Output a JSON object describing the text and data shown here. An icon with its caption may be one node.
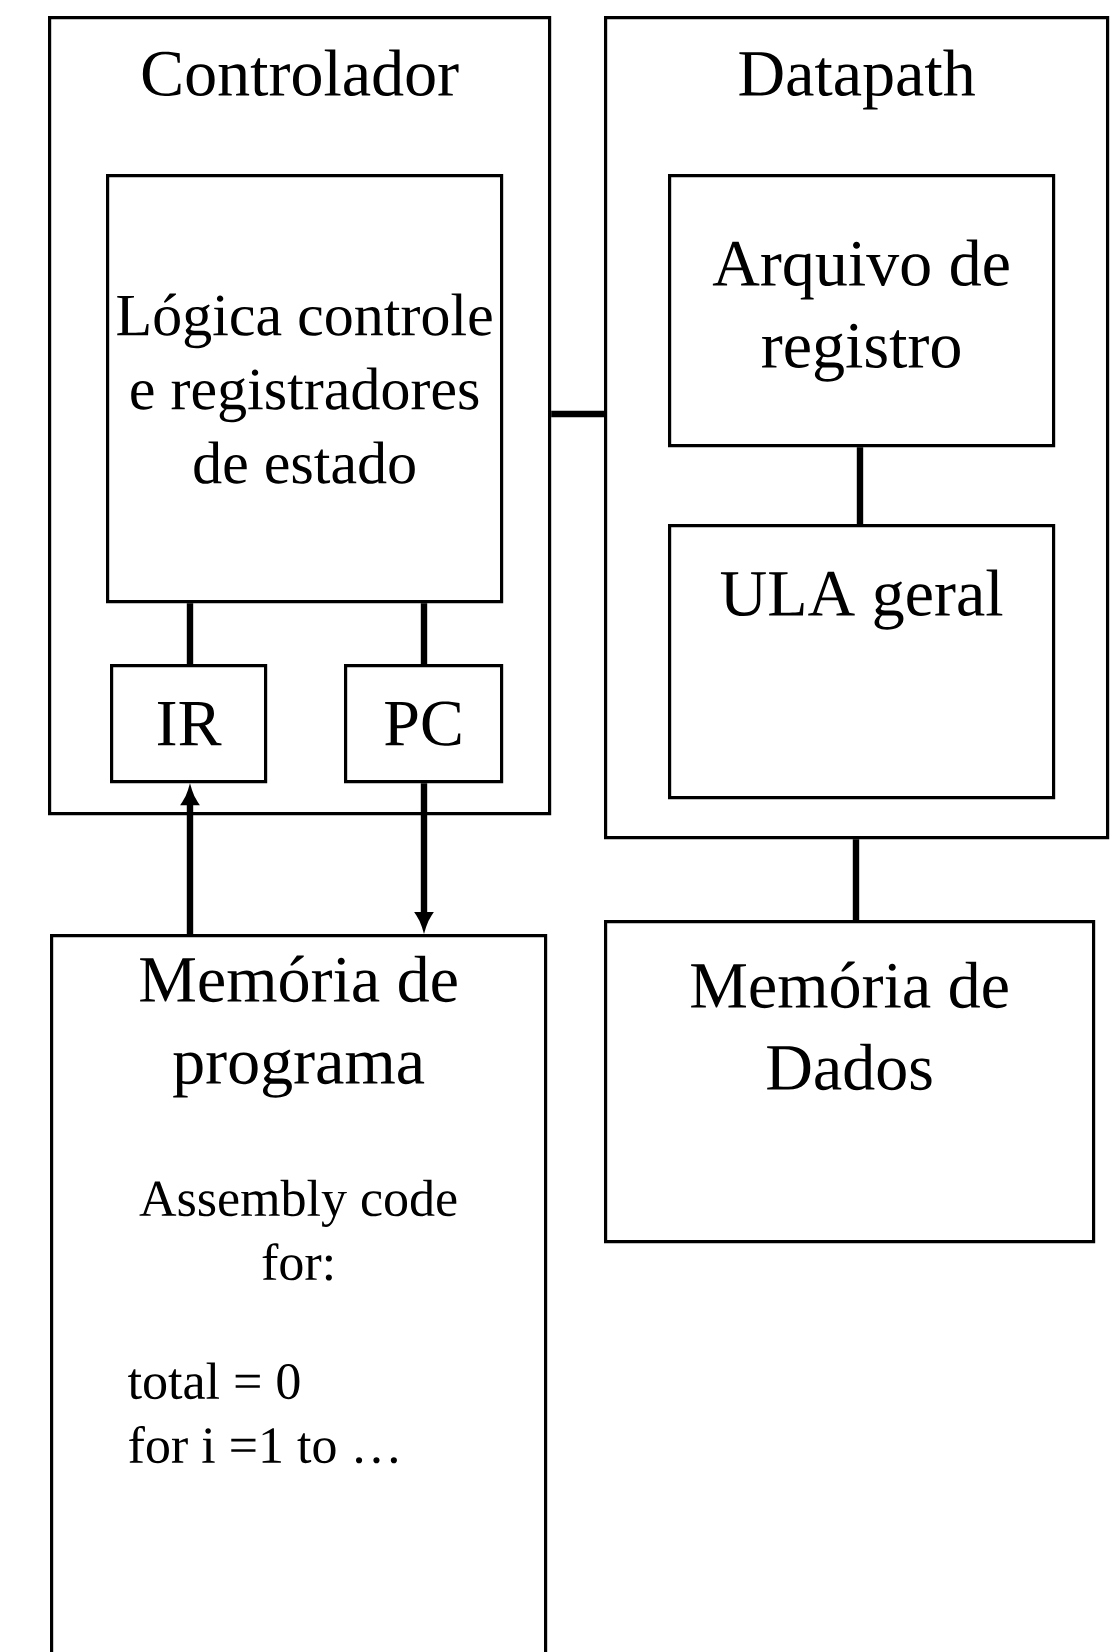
{
  "diagram": {
    "nodes": [
      {
        "text": [
          "Controlador"
        ]
      },
      {
        "text": [
          "Lógica controle e registradores de estado"
        ],
        "in": 0
      },
      {
        "text": [
          "IR"
        ],
        "in": 0
      },
      {
        "text": [
          "PC"
        ],
        "in": 0
      },
      {
        "text": [
          "Datapath"
        ]
      },
      {
        "text": [
          "Arquivo de registro"
        ],
        "in": 4
      },
      {
        "text": [
          "ULA geral"
        ],
        "in": 4
      },
      {
        "text": [
          "Memória de programa",
          "Assembly code for:",
          "total = 0",
          "for i =1 to …"
        ]
      },
      {
        "text": [
          "Memória de Dados"
        ]
      }
    ],
    "edges": [
      {
        "from": 0,
        "to": 4,
        "arrow": "none"
      },
      {
        "from": 1,
        "to": 2,
        "arrow": "none"
      },
      {
        "from": 1,
        "to": 3,
        "arrow": "none"
      },
      {
        "from": 7,
        "to": 2,
        "arrow": "to"
      },
      {
        "from": 3,
        "to": 7,
        "arrow": "to"
      },
      {
        "from": 5,
        "to": 6,
        "arrow": "none"
      },
      {
        "from": 4,
        "to": 8,
        "arrow": "none"
      }
    ]
  }
}
